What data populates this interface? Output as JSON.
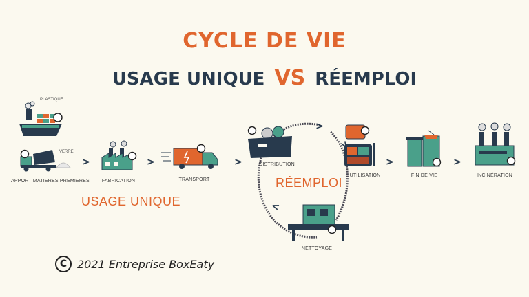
{
  "title": {
    "line1": "CYCLE DE VIE",
    "left": "USAGE UNIQUE",
    "vs": "VS",
    "right": "RÉEMPLOI"
  },
  "steps": {
    "apport": "APPORT MATIERES PREMIERES",
    "plastique": "PLASTIQUE",
    "verre": "VERRE",
    "fabrication": "FABRICATION",
    "transport": "TRANSPORT",
    "distribution": "DISTRIBUTION",
    "utilisation": "UTILISATION",
    "fin_de_vie": "FIN DE VIE",
    "incineration": "INCINÉRATION",
    "nettoyage": "NETTOYAGE"
  },
  "path_labels": {
    "usage_unique": "USAGE UNIQUE",
    "reemploi": "RÉEMPLOI"
  },
  "chevron": ">",
  "copyright": {
    "symbol": "C",
    "text": "2021 Entreprise BoxEaty"
  },
  "colors": {
    "orange": "#e0662e",
    "navy": "#283a4d",
    "green": "#4aa08a",
    "background": "#fbf9ef"
  }
}
